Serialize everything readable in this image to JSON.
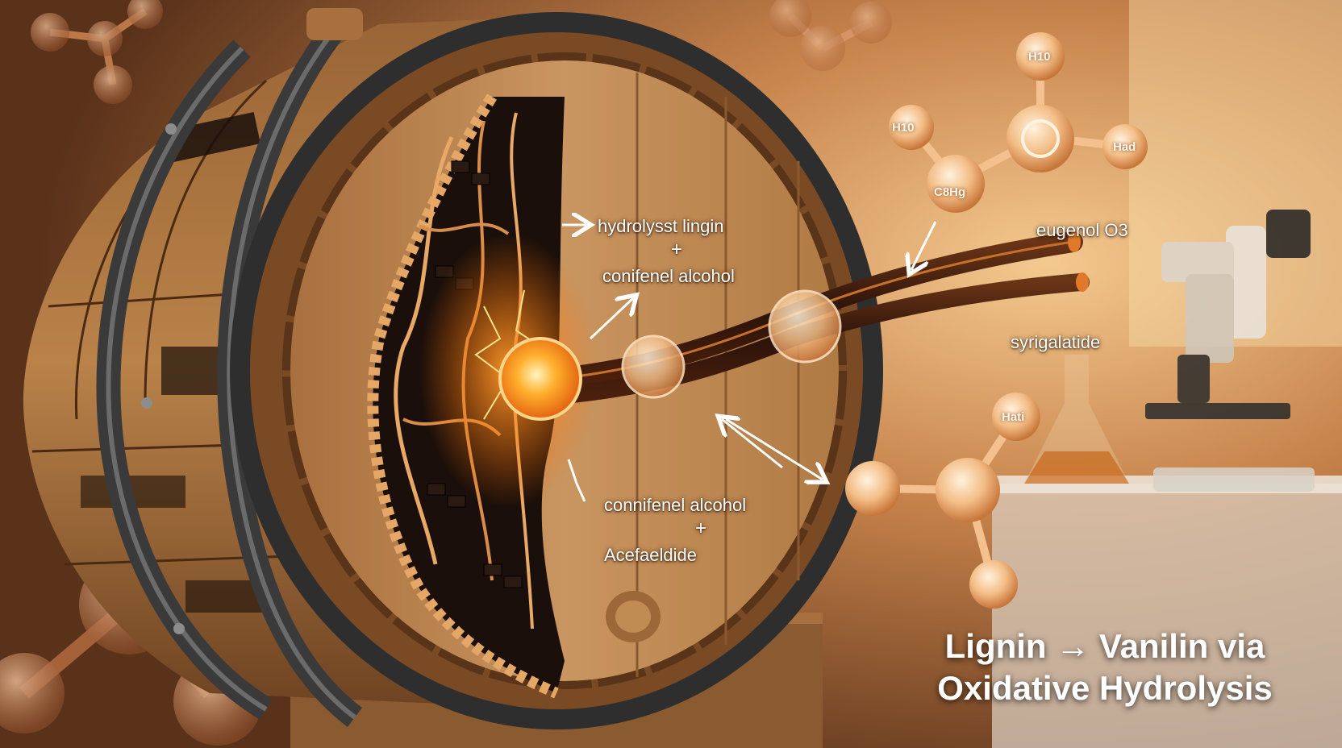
{
  "title": {
    "line1": "Lignin → Vanilin via",
    "line2": "Oxidative Hydrolysis"
  },
  "barrel_labels": {
    "upper_line1": "hydrolysst lingin",
    "upper_plus": "+",
    "upper_line2": "conifenel alcohol",
    "lower_line1": "connifenel alcohol",
    "lower_plus": "+",
    "lower_line2": "Acefaeldide"
  },
  "side_labels": {
    "eugenol": "eugenol O3",
    "syringaldehyde": "syrigalatide"
  },
  "molecule_labels": {
    "top_atom": "H10",
    "left_atom": "H10",
    "right_atom": "Had",
    "center_atom": "C8Hg",
    "lower_atom": "Hati"
  },
  "colors": {
    "background_warm": "#c98a4e",
    "wood": "#b07a44",
    "charred": "#1a0f0a",
    "lignin_glow": "#ff8a1e",
    "molecule_orb": "#f6c89a"
  }
}
